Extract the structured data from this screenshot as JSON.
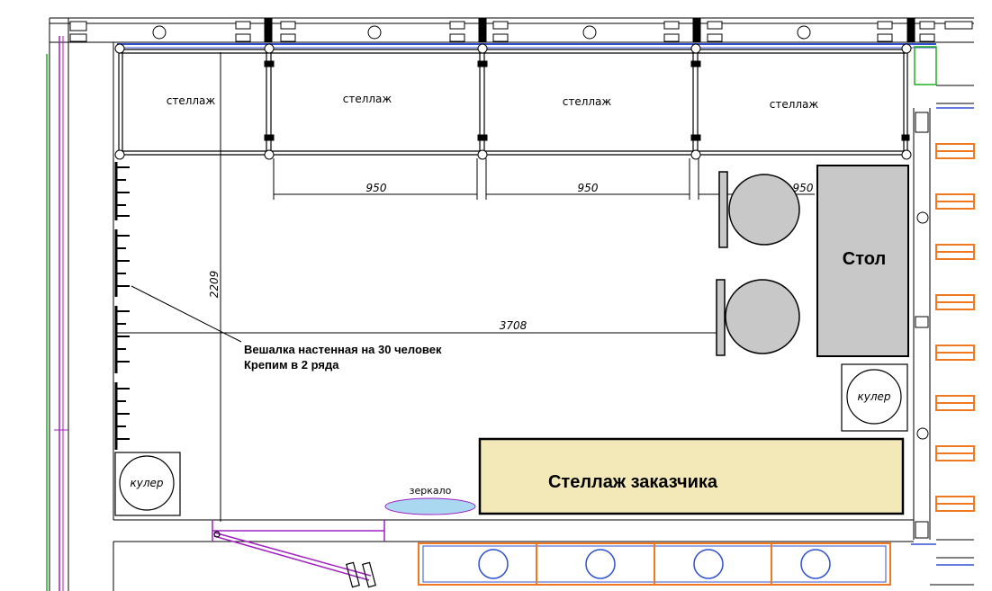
{
  "shelves": [
    {
      "label": "стеллаж"
    },
    {
      "label": "стеллаж"
    },
    {
      "label": "стеллаж"
    },
    {
      "label": "стеллаж"
    }
  ],
  "dimensions": {
    "d950_a": "950",
    "d950_b": "950",
    "d950_c": "950",
    "d2209": "2209",
    "d3708": "3708"
  },
  "table_label": "Стол",
  "hanger_note": {
    "line1": "Вешалка настенная на 30 человек",
    "line2": "Крепим в 2 ряда"
  },
  "cooler_left": "кулер",
  "cooler_right": "кулер",
  "customer_shelf": "Стеллаж заказчика",
  "mirror": "зеркало",
  "colors": {
    "table_fill": "#c8c8c8",
    "customer_shelf_fill": "#f3e9b8",
    "door_purple": "#a020c0",
    "radiator_orange": "#f07820",
    "mirror_blue": "#a9d8f0",
    "beam_blue": "#3050d0",
    "accent_green": "#20b020"
  }
}
